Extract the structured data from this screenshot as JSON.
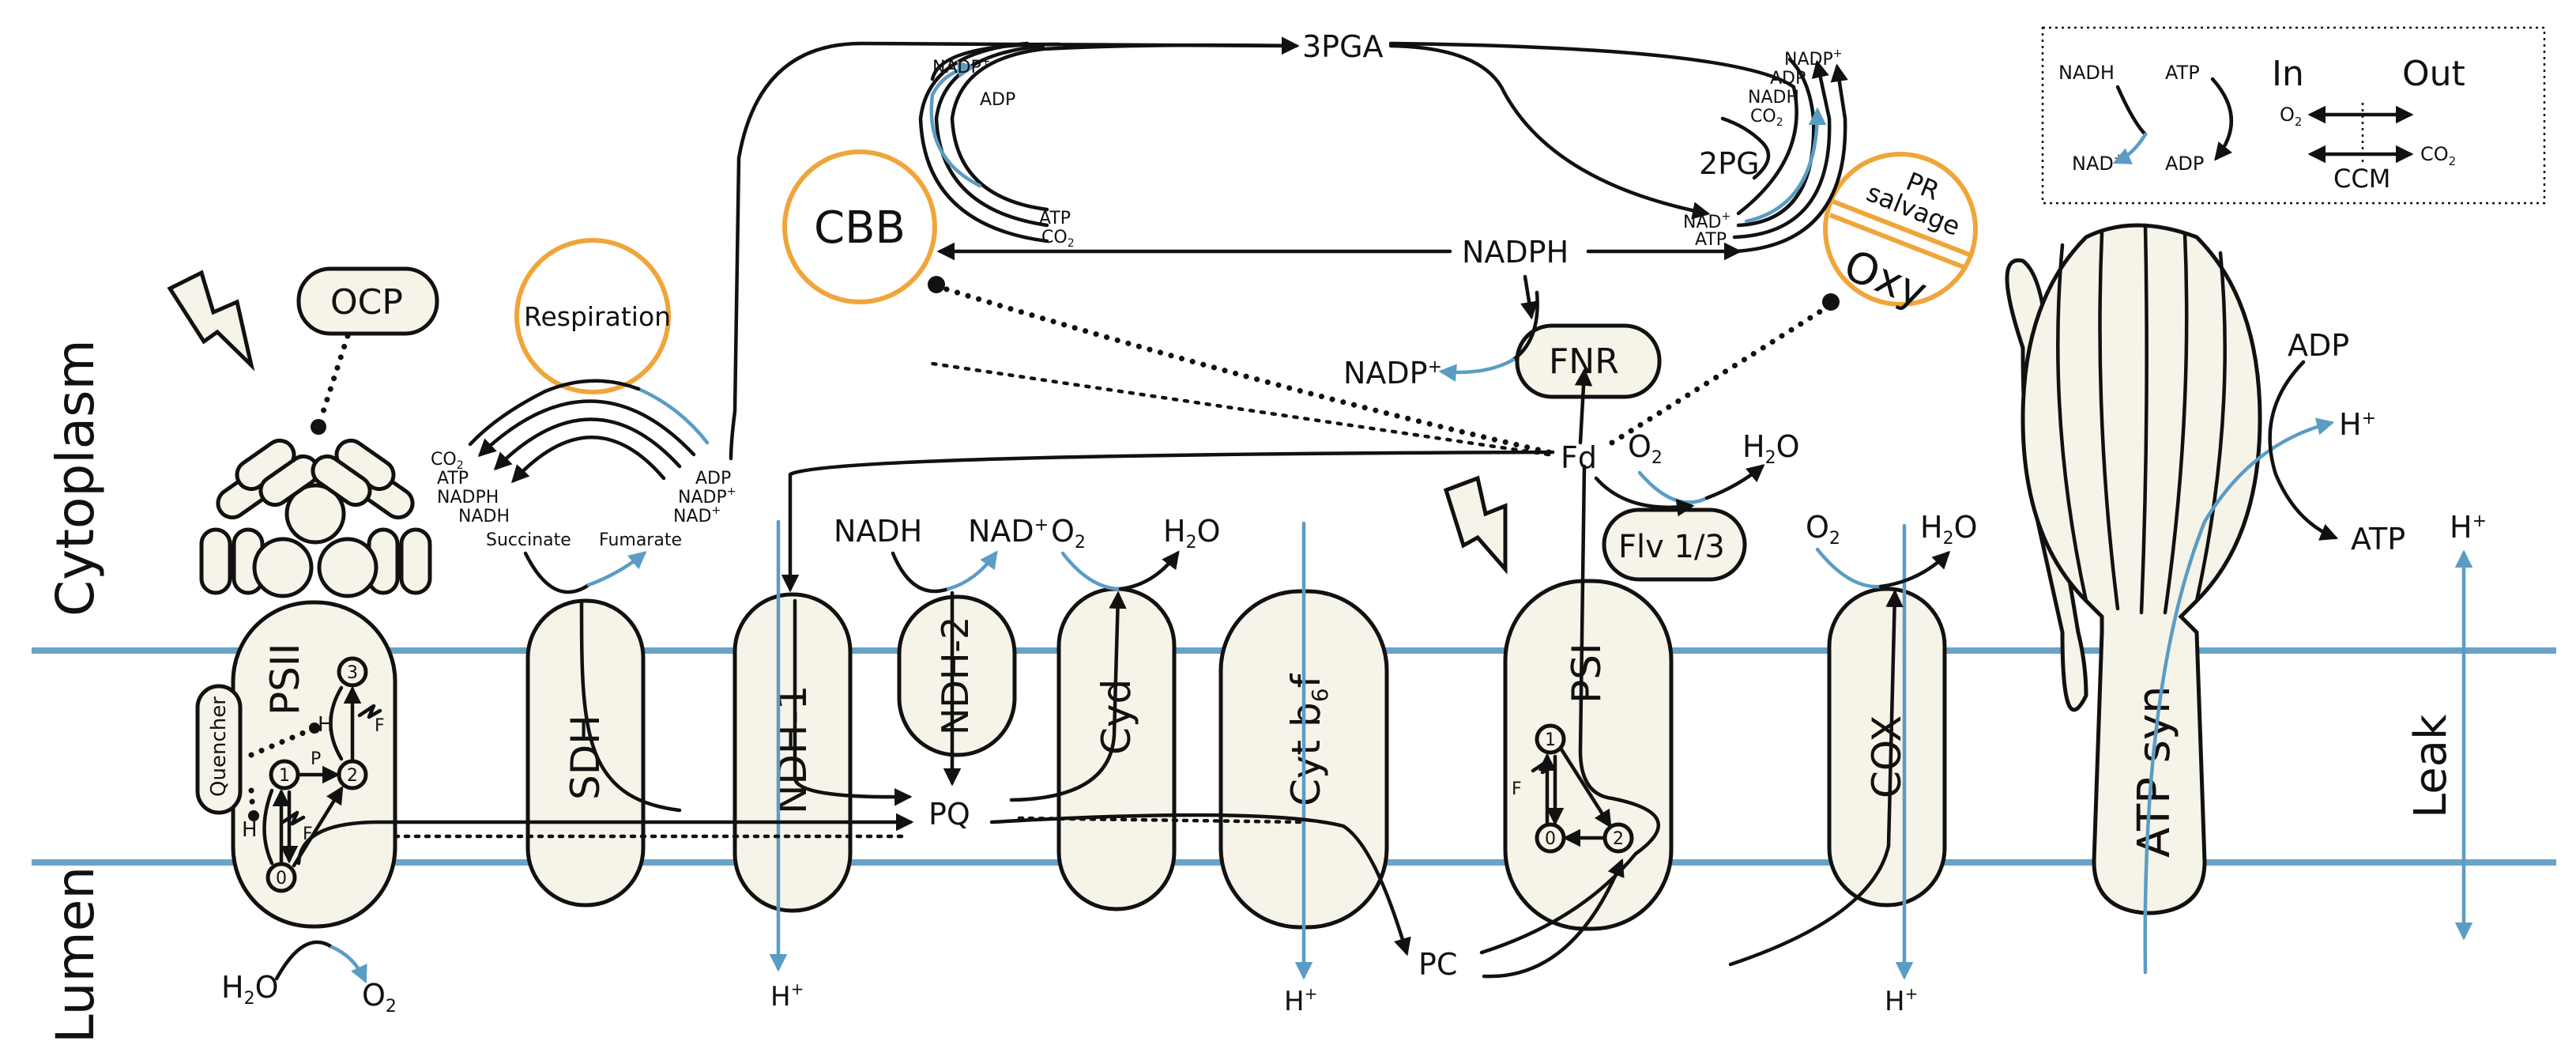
{
  "compartments": {
    "cytoplasm": "Cytoplasm",
    "lumen": "Lumen"
  },
  "complexes": {
    "psii": "PSII",
    "quencher": "Quencher",
    "sdh": "SDH",
    "ndh1": "NDH-1",
    "ndh2": "NDH-2",
    "cyd": "Cyd",
    "cytb6f_main": "Cyt b",
    "cytb6f_sub": "6",
    "cytb6f_end": "f",
    "psi": "PSI",
    "cox": "COX",
    "atpsyn": "ATP syn",
    "leak": "Leak",
    "ocp": "OCP",
    "fnr": "FNR",
    "flv": "Flv 1/3"
  },
  "modules": {
    "respiration": "Respiration",
    "cbb": "CBB",
    "pr_salvage_line1": "PR",
    "pr_salvage_line2": "salvage",
    "oxy": "Oxy"
  },
  "metabolites": {
    "pq": "PQ",
    "pc": "PC",
    "fd": "Fd",
    "nadph": "NADPH",
    "pga3": "3PGA",
    "pg2": "2PG",
    "nadh": "NADH",
    "nad": "NAD",
    "o2": "O",
    "h2o_h": "H",
    "h2o_o": "O",
    "two": "2",
    "plus": "+",
    "h": "H",
    "adp": "ADP",
    "atp": "ATP",
    "nadp": "NADP",
    "co2": "CO",
    "succinate": "Succinate",
    "fumarate": "Fumarate"
  },
  "psii_states": [
    "0",
    "1",
    "2",
    "3"
  ],
  "psii_labels": {
    "h": "H",
    "f": "F",
    "p": "P"
  },
  "psi_states": [
    "0",
    "1",
    "2"
  ],
  "psi_labels": {
    "f": "F"
  },
  "legend": {
    "nadh": "NADH",
    "nad": "NAD",
    "atp": "ATP",
    "adp": "ADP",
    "in": "In",
    "out": "Out",
    "o2": "O",
    "co2": "CO",
    "ccm": "CCM"
  },
  "colors": {
    "membrane": "#6aa3c8",
    "module_ring": "#f0a53a",
    "complex_fill": "#f6f3e8"
  }
}
